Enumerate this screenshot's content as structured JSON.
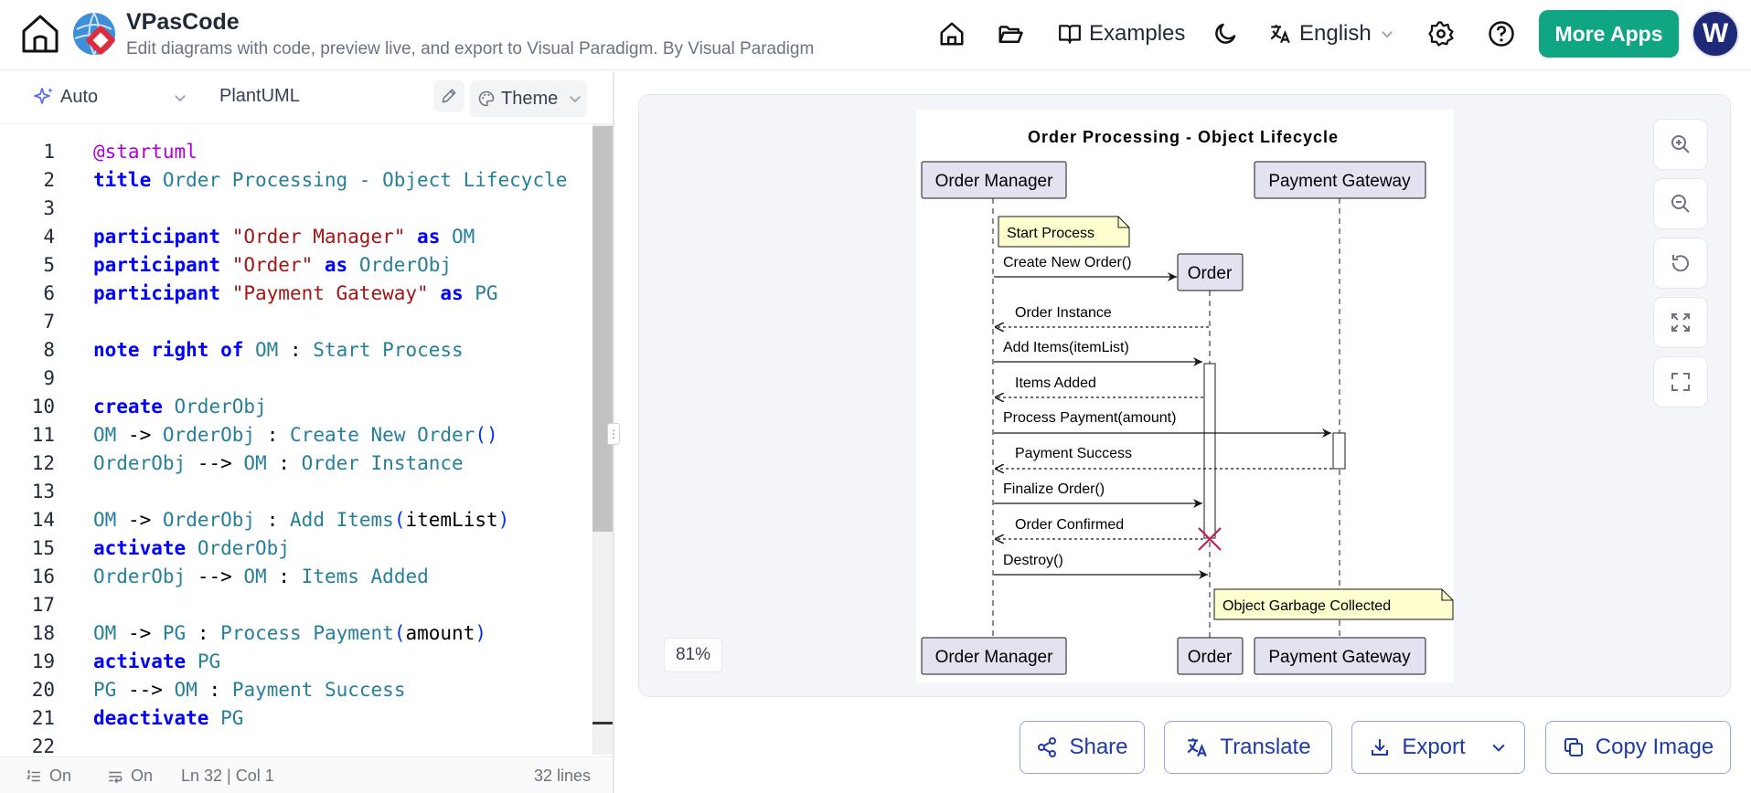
{
  "app": {
    "title": "VPasCode",
    "subtitle": "Edit diagrams with code, preview live, and export to Visual Paradigm. By Visual Paradigm"
  },
  "header": {
    "examples_label": "Examples",
    "language_label": "English",
    "more_apps_label": "More Apps",
    "avatar_initial": "W"
  },
  "toolbar": {
    "mode_label": "Auto",
    "syntax_label": "PlantUML",
    "theme_label": "Theme"
  },
  "code_lines": [
    "@startuml",
    "title Order Processing - Object Lifecycle",
    "",
    "participant \"Order Manager\" as OM",
    "participant \"Order\" as OrderObj",
    "participant \"Payment Gateway\" as PG",
    "",
    "note right of OM : Start Process",
    "",
    "create OrderObj",
    "OM -> OrderObj : Create New Order()",
    "OrderObj --> OM : Order Instance",
    "",
    "OM -> OrderObj : Add Items(itemList)",
    "activate OrderObj",
    "OrderObj --> OM : Items Added",
    "",
    "OM -> PG : Process Payment(amount)",
    "activate PG",
    "PG --> OM : Payment Success",
    "deactivate PG",
    ""
  ],
  "line_numbers": [
    "1",
    "2",
    "3",
    "4",
    "5",
    "6",
    "7",
    "8",
    "9",
    "10",
    "11",
    "12",
    "13",
    "14",
    "15",
    "16",
    "17",
    "18",
    "19",
    "20",
    "21",
    "22"
  ],
  "status": {
    "line_numbers_toggle": "On",
    "wrap_toggle": "On",
    "cursor": "Ln 32 | Col 1",
    "line_count": "32 lines"
  },
  "diagram": {
    "title": "Order Processing - Object Lifecycle",
    "participants": {
      "om": "Order Manager",
      "order": "Order",
      "pg": "Payment Gateway"
    },
    "note_start": "Start Process",
    "note_end": "Object Garbage Collected",
    "messages": {
      "m1": "Create New Order()",
      "m2": "Order Instance",
      "m3": "Add Items(itemList)",
      "m4": "Items Added",
      "m5": "Process Payment(amount)",
      "m6": "Payment Success",
      "m7": "Finalize Order()",
      "m8": "Order Confirmed",
      "m9": "Destroy()"
    }
  },
  "zoom_level": "81%",
  "actions": {
    "share": "Share",
    "translate": "Translate",
    "export": "Export",
    "copy_image": "Copy Image"
  },
  "colors": {
    "accent": "#11a683",
    "action_text": "#1e3aa8",
    "avatar": "#1e2a78",
    "destroy_mark": "#c2185b"
  }
}
